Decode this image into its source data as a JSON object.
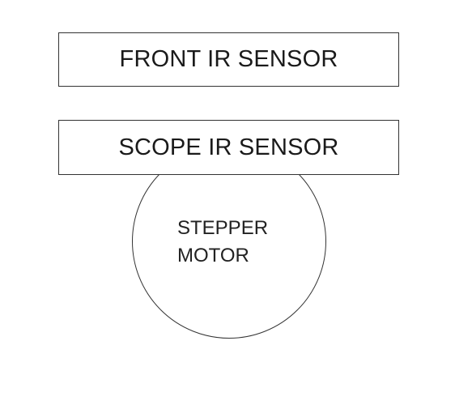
{
  "diagram": {
    "front_sensor": {
      "label": "FRONT IR SENSOR"
    },
    "scope_sensor": {
      "label": "SCOPE IR SENSOR"
    },
    "motor": {
      "label_line1": "STEPPER",
      "label_line2": "MOTOR"
    }
  }
}
